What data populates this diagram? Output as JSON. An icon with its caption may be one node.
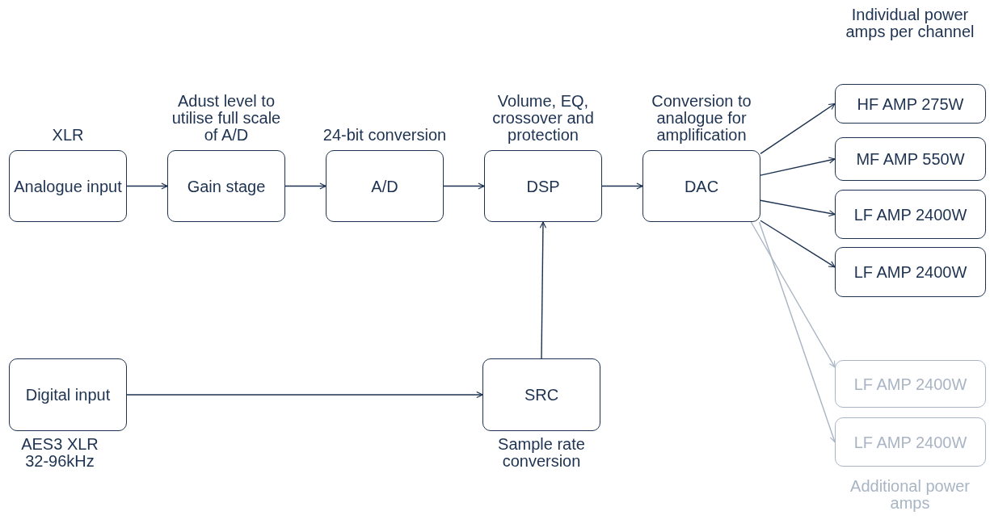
{
  "diagram": {
    "nodes": [
      {
        "text": [
          "Analogue input"
        ],
        "beside": [
          "XLR"
        ]
      },
      {
        "text": [
          "Gain stage"
        ],
        "beside": [
          "Adust level to utilise full scale of A/D"
        ]
      },
      {
        "text": [
          "A/D"
        ],
        "beside": [
          "24-bit conversion"
        ]
      },
      {
        "text": [
          "DSP"
        ],
        "beside": [
          "Volume, EQ, crossover and protection"
        ]
      },
      {
        "text": [
          "DAC"
        ],
        "beside": [
          "Conversion to analogue for amplification"
        ]
      },
      {
        "text": [
          "HF AMP 275W"
        ]
      },
      {
        "text": [
          "MF AMP 550W"
        ]
      },
      {
        "text": [
          "LF AMP 2400W"
        ]
      },
      {
        "text": [
          "LF AMP 2400W"
        ]
      },
      {
        "text": [
          "LF AMP 2400W"
        ]
      },
      {
        "text": [
          "LF AMP 2400W"
        ]
      },
      {
        "text": [
          "Digital input"
        ],
        "beside": [
          "AES3 XLR 32-96kHz"
        ]
      },
      {
        "text": [
          "SRC"
        ],
        "beside": [
          "Sample rate conversion"
        ]
      }
    ],
    "edges": [
      {
        "from": 0,
        "to": 1,
        "arrow": "to"
      },
      {
        "from": 1,
        "to": 2,
        "arrow": "to"
      },
      {
        "from": 2,
        "to": 3,
        "arrow": "to"
      },
      {
        "from": 3,
        "to": 4,
        "arrow": "to"
      },
      {
        "from": 4,
        "to": 5,
        "arrow": "to"
      },
      {
        "from": 4,
        "to": 6,
        "arrow": "to"
      },
      {
        "from": 4,
        "to": 7,
        "arrow": "to"
      },
      {
        "from": 4,
        "to": 8,
        "arrow": "to"
      },
      {
        "from": 4,
        "to": 9,
        "arrow": "to",
        "color": "#a9b5c4"
      },
      {
        "from": 4,
        "to": 10,
        "arrow": "to",
        "color": "#a9b5c4"
      },
      {
        "from": 11,
        "to": 12,
        "arrow": "to"
      },
      {
        "from": 12,
        "to": 3,
        "arrow": "to"
      }
    ],
    "labels": [
      "Individual power amps per channel",
      "Additional power amps"
    ]
  }
}
